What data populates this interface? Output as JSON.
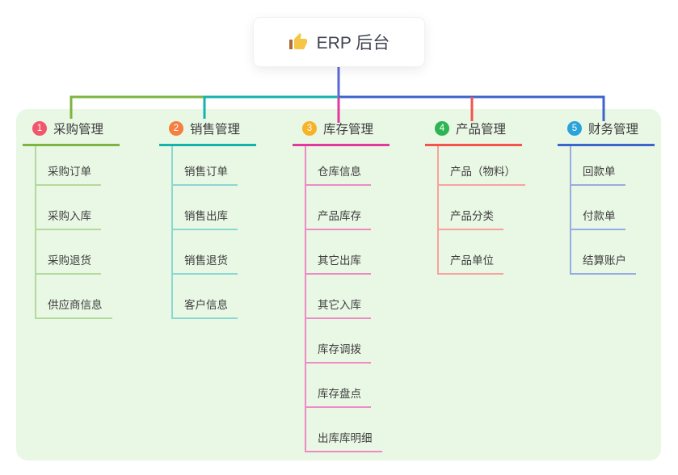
{
  "root": {
    "label": "ERP 后台",
    "icon": "thumbs-up"
  },
  "colors": {
    "page_bg": "#ffffff",
    "panel_bg": "#e9f7e5",
    "root_connector": "#5a67d8",
    "title_text": "#3c3c3c",
    "child_text": "#3f3f3f",
    "root_text": "#3e4350",
    "thumb_yellow": "#f5c546",
    "thumb_cuff": "#b06a34"
  },
  "branches": [
    {
      "index": "1",
      "label": "采购管理",
      "badge_color": "#f2566b",
      "line_color": "#7cb53f",
      "light_line_color": "#b3da9b",
      "children": [
        "采购订单",
        "采购入库",
        "采购退货",
        "供应商信息"
      ]
    },
    {
      "index": "2",
      "label": "销售管理",
      "badge_color": "#f57e41",
      "line_color": "#13b3ae",
      "light_line_color": "#8cd7d2",
      "children": [
        "销售订单",
        "销售出库",
        "销售退货",
        "客户信息"
      ]
    },
    {
      "index": "3",
      "label": "库存管理",
      "badge_color": "#f7b227",
      "line_color": "#df3a9d",
      "light_line_color": "#ef8ac4",
      "children": [
        "仓库信息",
        "产品库存",
        "其它出库",
        "其它入库",
        "库存调拨",
        "库存盘点",
        "出库库明细"
      ]
    },
    {
      "index": "4",
      "label": "产品管理",
      "badge_color": "#2eb553",
      "line_color": "#f4534e",
      "light_line_color": "#f9a29d",
      "children": [
        "产品（物料）",
        "产品分类",
        "产品单位"
      ]
    },
    {
      "index": "5",
      "label": "财务管理",
      "badge_color": "#2aa3db",
      "line_color": "#3c64cc",
      "light_line_color": "#97ace2",
      "children": [
        "回款单",
        "付款单",
        "结算账户"
      ]
    }
  ]
}
